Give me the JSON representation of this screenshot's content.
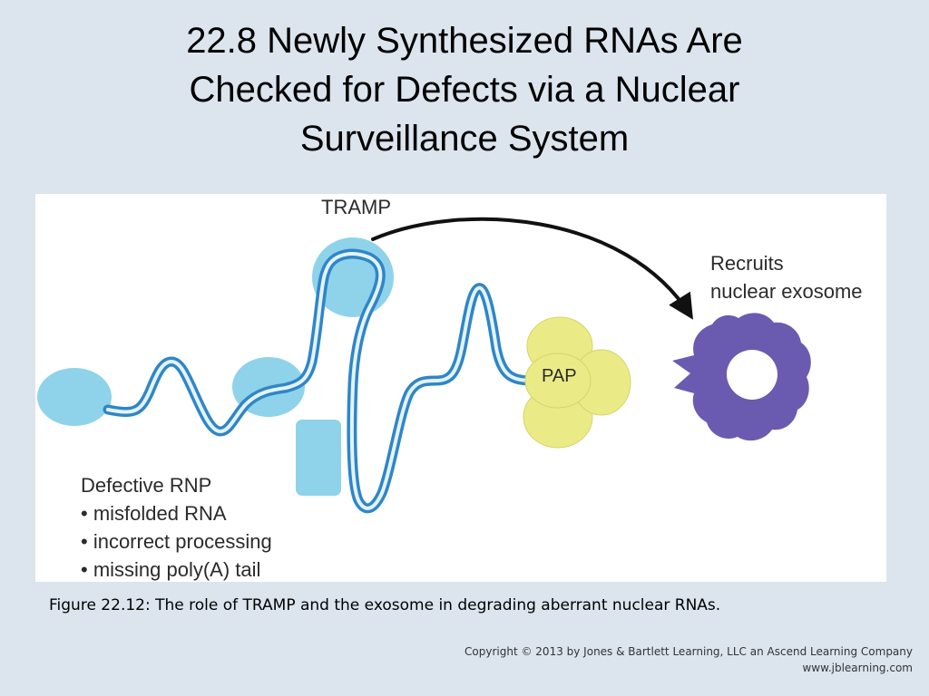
{
  "slide": {
    "title_lines": [
      "22.8  Newly Synthesized RNAs Are",
      "Checked for Defects via a Nuclear",
      "Surveillance System"
    ]
  },
  "figure": {
    "labels": {
      "tramp": "TRAMP",
      "recruits_line1": "Recruits",
      "recruits_line2": "nuclear exosome",
      "pap": "PAP"
    },
    "defective": {
      "heading": "Defective RNP",
      "items": [
        "• misfolded RNA",
        "• incorrect processing",
        "• missing poly(A) tail"
      ]
    },
    "colors": {
      "rna_outline": "#2f86c8",
      "rna_fill": "#e4f3fb",
      "protein_blue": "#8fd3ea",
      "pap_yellow": "#eaeb86",
      "exosome_purple": "#6a5bb0",
      "arrow": "#111111"
    }
  },
  "caption": "Figure 22.12: The role of TRAMP and the exosome in degrading aberrant nuclear RNAs.",
  "copyright": {
    "line1": "Copyright © 2013 by Jones & Bartlett Learning, LLC an Ascend Learning Company",
    "line2": "www.jblearning.com"
  }
}
